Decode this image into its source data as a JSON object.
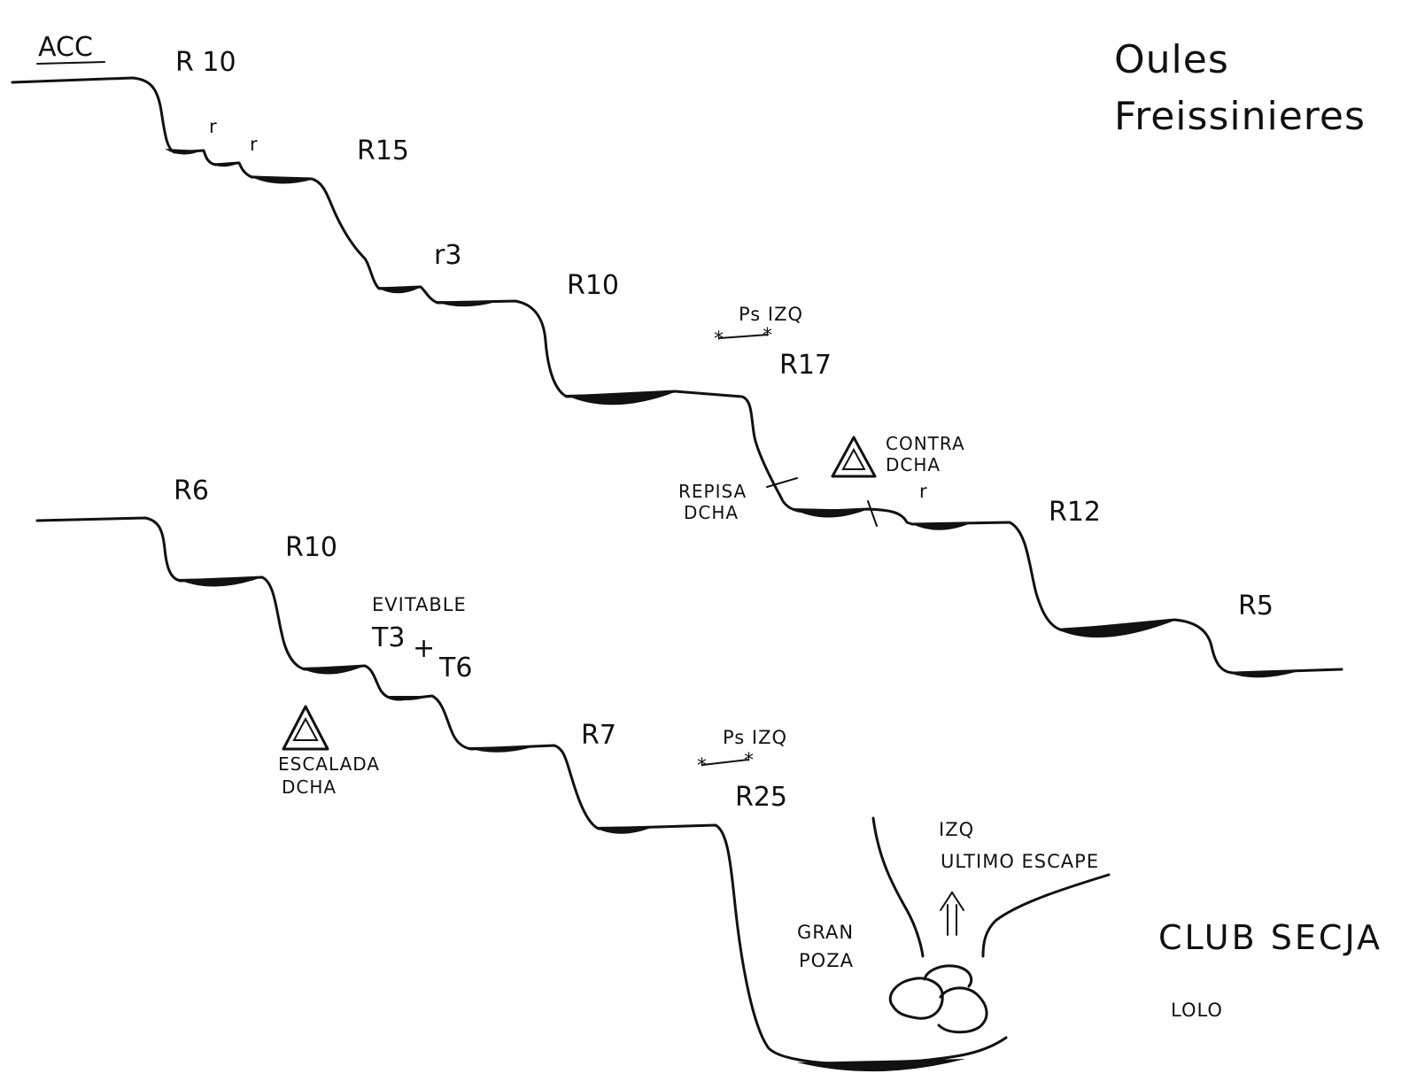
{
  "title": {
    "line1": "Oules",
    "line2": "Freissinieres"
  },
  "upper_route": {
    "start": "ACC",
    "r10_top": "R 10",
    "r_small_1": "r",
    "r_small_2": "r",
    "r15": "R15",
    "r3": "r3",
    "r10_mid": "R10",
    "ps_izq": "Ps IZQ",
    "r17": "R17",
    "contra_line1": "CONTRA",
    "contra_line2": "DCHA",
    "r_small_3": "r",
    "repisa_line1": "REPISA",
    "repisa_line2": "DCHA",
    "r12": "R12",
    "r5": "R5"
  },
  "lower_route": {
    "r6": "R6",
    "r10": "R10",
    "evitable": "EVITABLE",
    "t3": "T3",
    "plus": "+",
    "t6": "T6",
    "escalada_line1": "ESCALADA",
    "escalada_line2": "DCHA",
    "r7": "R7",
    "ps_izq": "Ps IZQ",
    "r25": "R25",
    "izq": "IZQ",
    "ultimo_escape": "ULTIMO ESCAPE",
    "gran": "GRAN",
    "poza": "POZA"
  },
  "credits": {
    "club": "CLUB SECJA",
    "author": "LOLO"
  },
  "colors": {
    "ink": "#111111",
    "paper": "#ffffff"
  }
}
